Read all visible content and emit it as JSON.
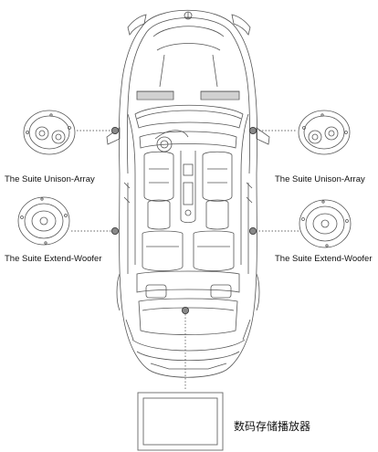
{
  "labels": {
    "left_top": "The Suite Unison-Array",
    "left_bottom": "The Suite Extend-Woofer",
    "right_top": "The Suite Unison-Array",
    "right_bottom": "The Suite Extend-Woofer",
    "player": "数码存储播放器"
  },
  "icons": {
    "speaker_unison": "speaker-unison-icon",
    "speaker_woofer": "speaker-woofer-icon",
    "player": "digital-player-icon",
    "car": "car-topview-icon"
  },
  "colors": {
    "line": "#555555",
    "marker": "#777777",
    "leader": "#666666"
  }
}
